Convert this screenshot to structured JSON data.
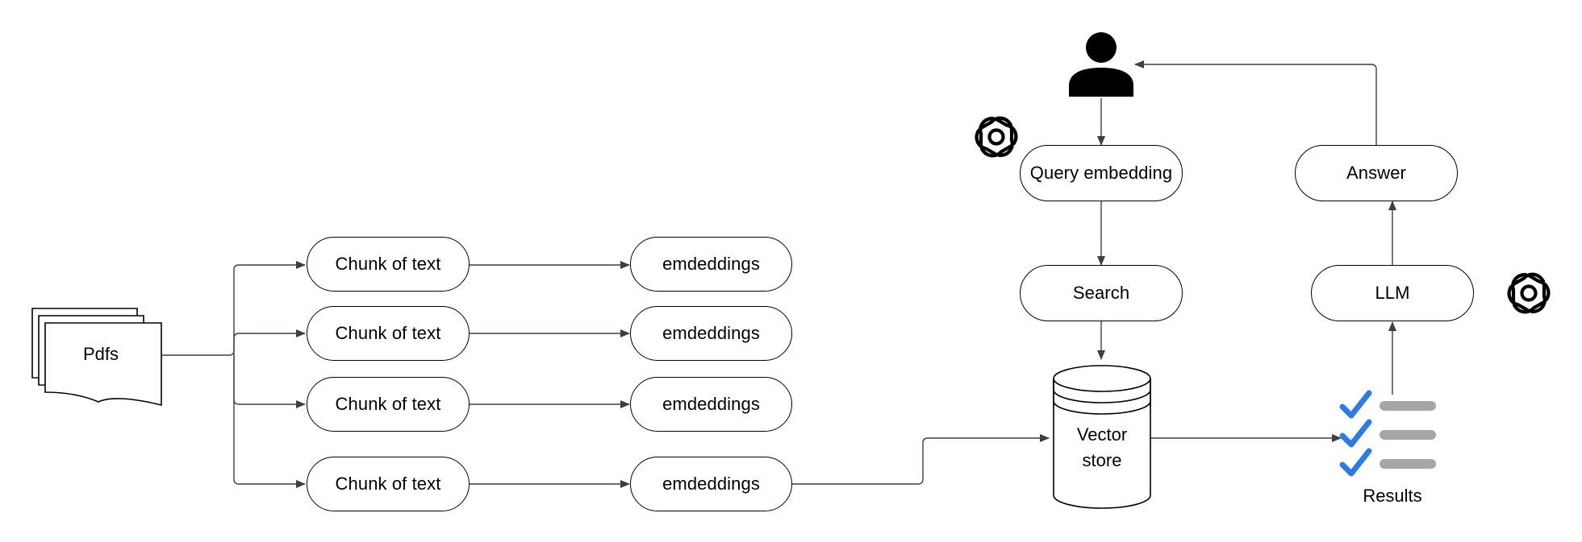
{
  "source": {
    "label": "Pdfs"
  },
  "chunks": [
    {
      "label": "Chunk of text"
    },
    {
      "label": "Chunk of text"
    },
    {
      "label": "Chunk of text"
    },
    {
      "label": "Chunk of text"
    }
  ],
  "embeddings": [
    {
      "label": "emdeddings"
    },
    {
      "label": "emdeddings"
    },
    {
      "label": "emdeddings"
    },
    {
      "label": "emdeddings"
    }
  ],
  "query_embedding": {
    "label": "Query embedding"
  },
  "search": {
    "label": "Search"
  },
  "vector_store": {
    "line1": "Vector",
    "line2": "store"
  },
  "results": {
    "label": "Results"
  },
  "llm": {
    "label": "LLM"
  },
  "answer": {
    "label": "Answer"
  },
  "icons": {
    "user": "user-icon",
    "openai_left": "openai-logo-icon",
    "openai_right": "openai-logo-icon",
    "check": "checkmark-icon"
  },
  "colors": {
    "stroke": "#000000",
    "connector": "#3a3f4a",
    "check_blue": "#2f7be0",
    "result_bar": "#a6a6a6"
  }
}
